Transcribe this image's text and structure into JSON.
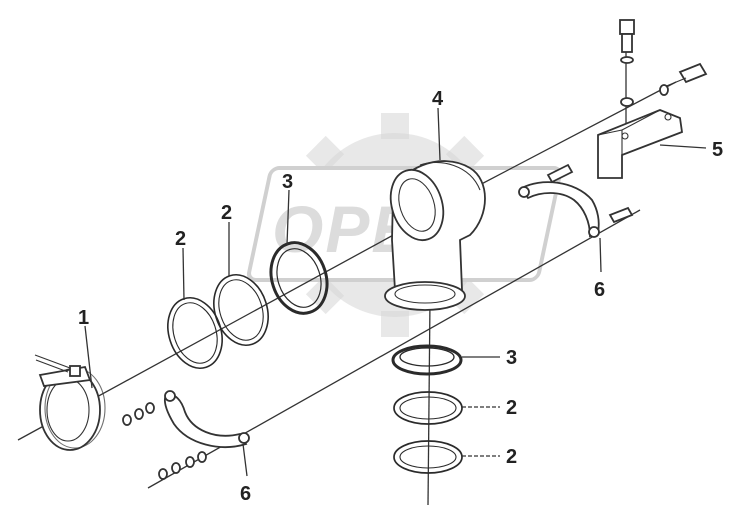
{
  "watermark": {
    "text": "OPEX"
  },
  "callouts": [
    {
      "id": "c1",
      "label": "1"
    },
    {
      "id": "c2a",
      "label": "2"
    },
    {
      "id": "c2b",
      "label": "2"
    },
    {
      "id": "c3a",
      "label": "3"
    },
    {
      "id": "c4",
      "label": "4"
    },
    {
      "id": "c5",
      "label": "5"
    },
    {
      "id": "c6a",
      "label": "6"
    },
    {
      "id": "c3b",
      "label": "3"
    },
    {
      "id": "c2c",
      "label": "2"
    },
    {
      "id": "c2d",
      "label": "2"
    },
    {
      "id": "c6b",
      "label": "6"
    }
  ],
  "colors": {
    "line": "#333333",
    "watermark": "#d6d6d6",
    "background": "#ffffff"
  }
}
